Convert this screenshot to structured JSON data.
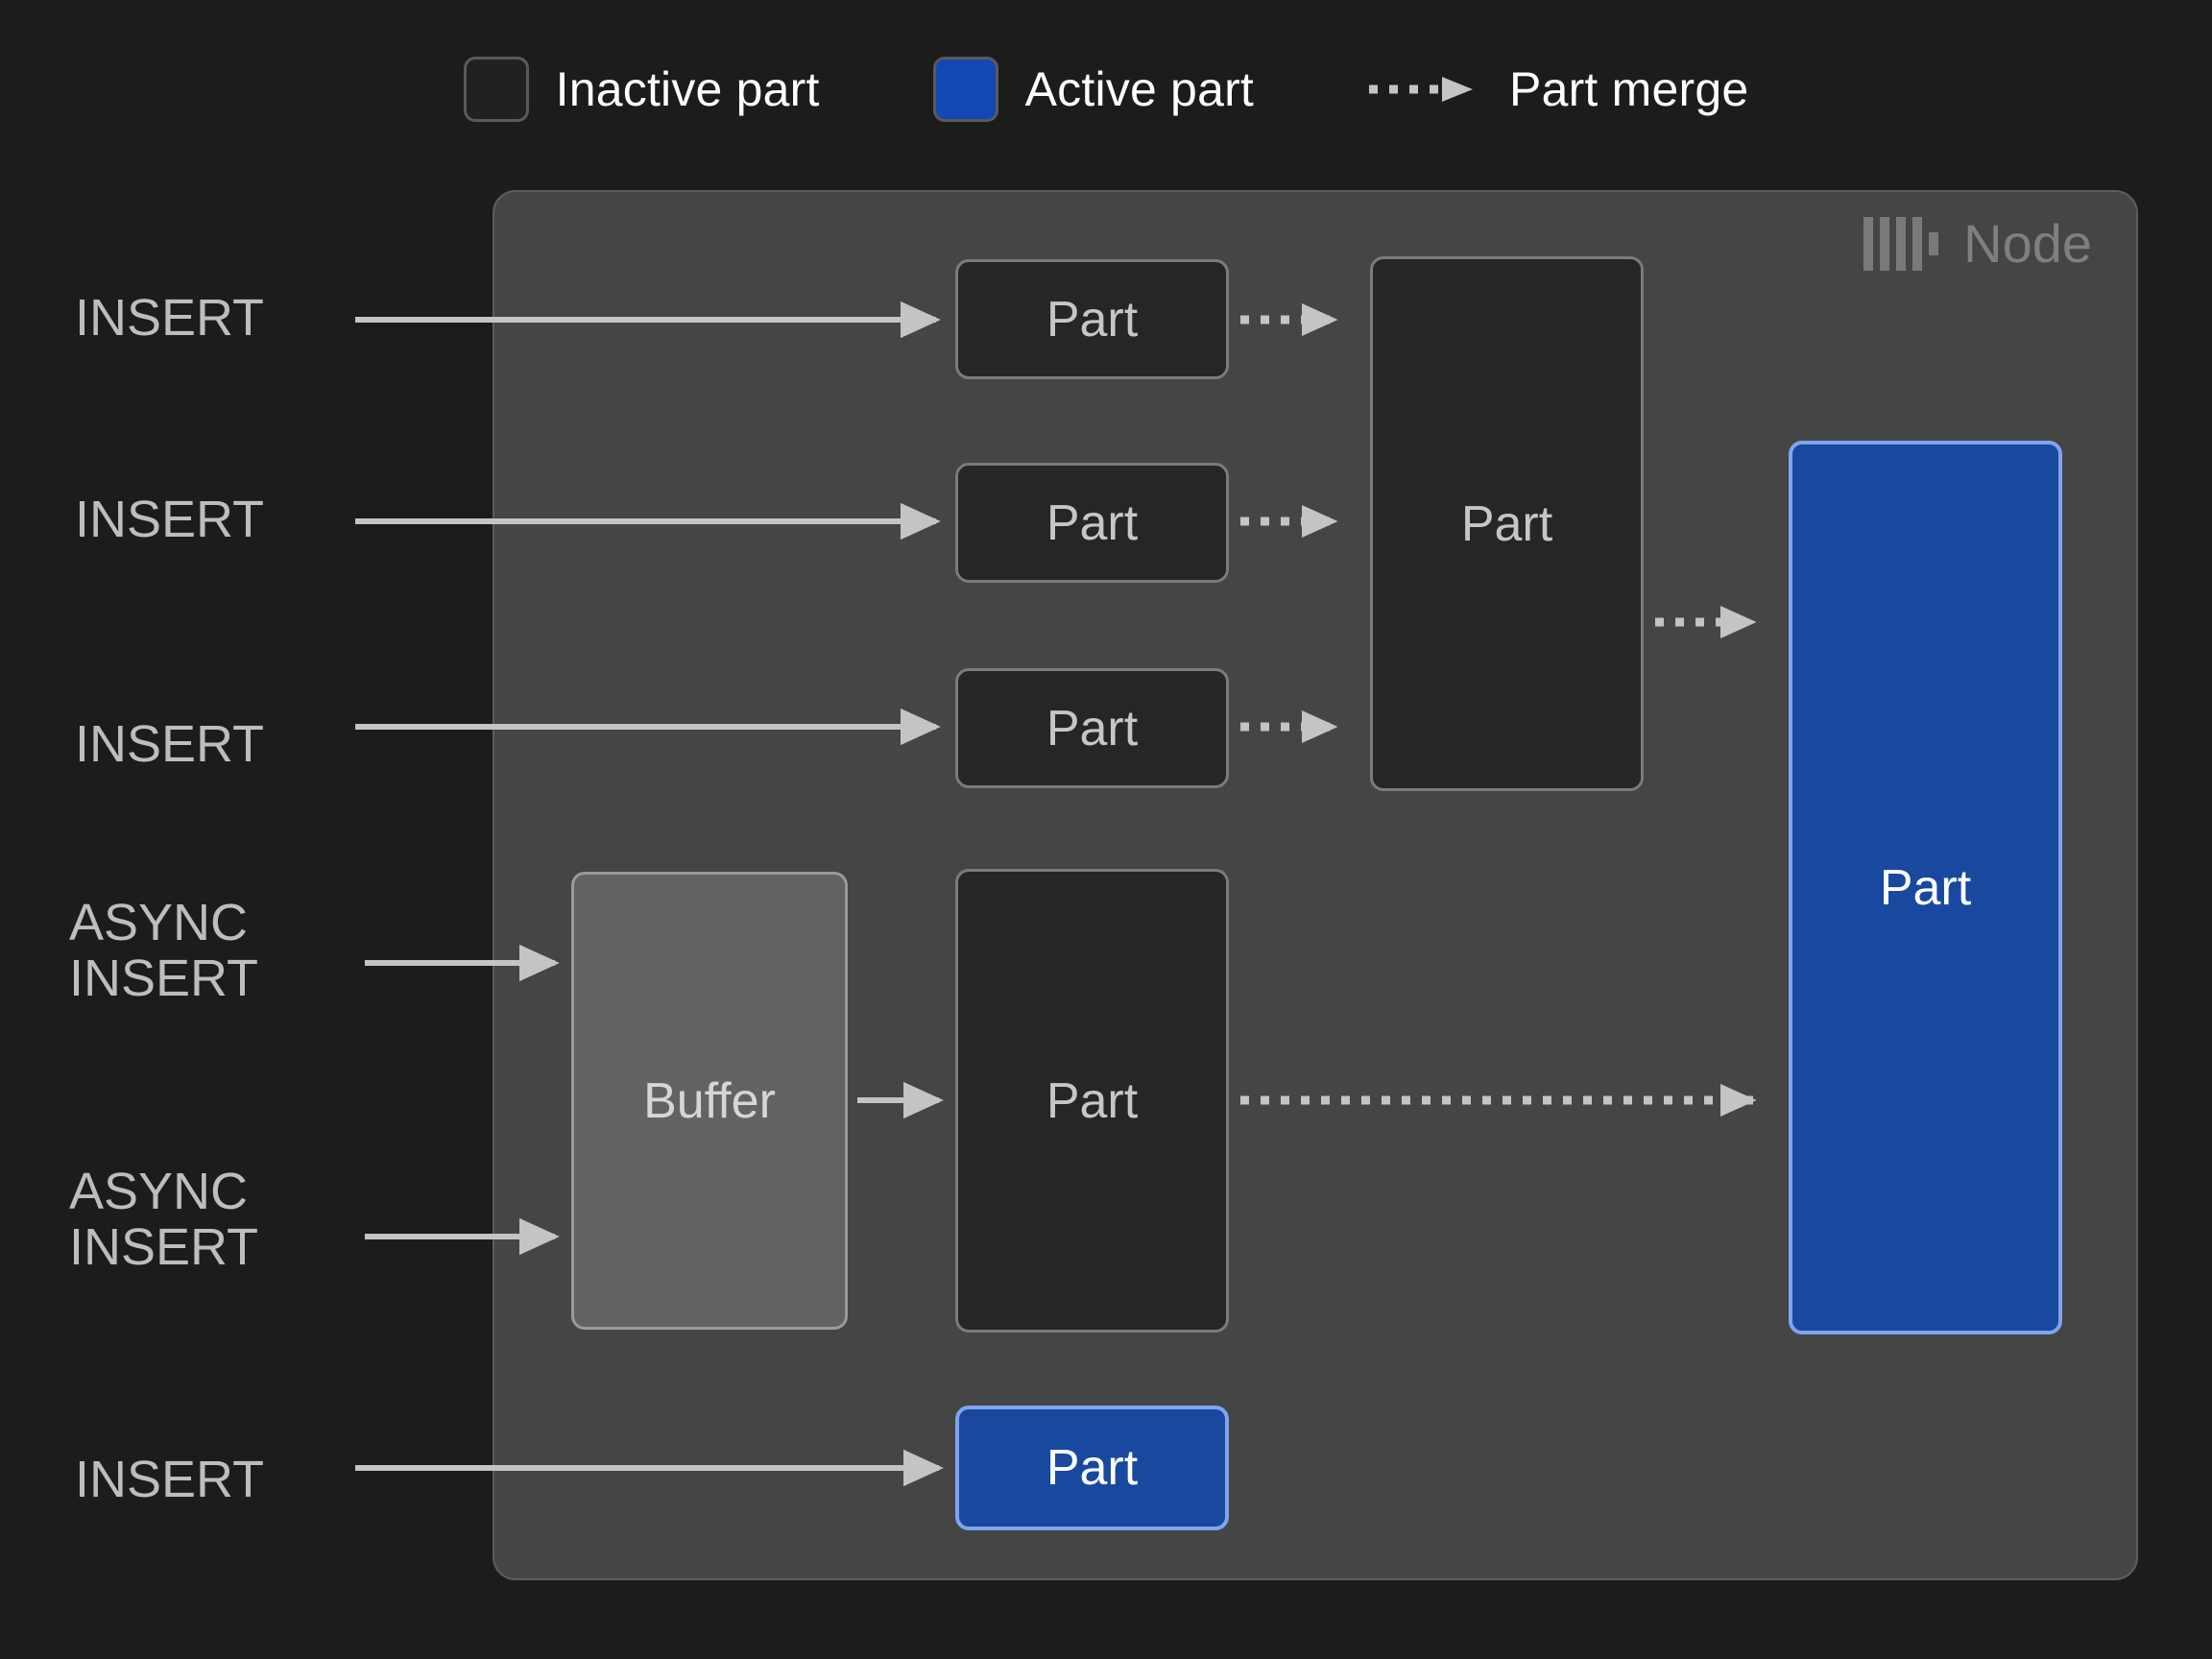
{
  "legend": {
    "items": [
      {
        "icon": "inactive-part-swatch",
        "label": "Inactive part",
        "color": "#212121"
      },
      {
        "icon": "active-part-swatch",
        "label": "Active part",
        "color": "#1347b4"
      },
      {
        "icon": "part-merge-arrow",
        "label": "Part merge",
        "color": "#c4c4c4"
      }
    ]
  },
  "node": {
    "title": "Node",
    "logo_icon": "clickhouse-logo-icon",
    "background": "#454545",
    "border": "#5d5d5d"
  },
  "operations": [
    {
      "id": "insert-1",
      "label": "INSERT"
    },
    {
      "id": "insert-2",
      "label": "INSERT"
    },
    {
      "id": "insert-3",
      "label": "INSERT"
    },
    {
      "id": "async-insert-1",
      "label": "ASYNC\nINSERT"
    },
    {
      "id": "async-insert-2",
      "label": "ASYNC\nINSERT"
    },
    {
      "id": "insert-4",
      "label": "INSERT"
    }
  ],
  "boxes": [
    {
      "id": "part-1",
      "label": "Part",
      "state": "inactive"
    },
    {
      "id": "part-2",
      "label": "Part",
      "state": "inactive"
    },
    {
      "id": "part-3",
      "label": "Part",
      "state": "inactive"
    },
    {
      "id": "part-merged",
      "label": "Part",
      "state": "inactive"
    },
    {
      "id": "buffer",
      "label": "Buffer",
      "state": "buffer"
    },
    {
      "id": "part-buffered",
      "label": "Part",
      "state": "inactive"
    },
    {
      "id": "part-final",
      "label": "Part",
      "state": "active"
    },
    {
      "id": "part-direct",
      "label": "Part",
      "state": "active"
    }
  ],
  "colors": {
    "canvas": "#1c1c1c",
    "panel": "#454545",
    "inactive_fill": "#262626",
    "inactive_border": "#7b7b7b",
    "active_fill": "#18499f",
    "active_border": "#7fa5ee",
    "buffer_fill": "#636363",
    "buffer_border": "#9a9a9a",
    "arrow": "#c4c4c4",
    "label_text": "#bdbdbd",
    "legend_text": "#ffffff",
    "node_title": "#7f7f7f"
  }
}
